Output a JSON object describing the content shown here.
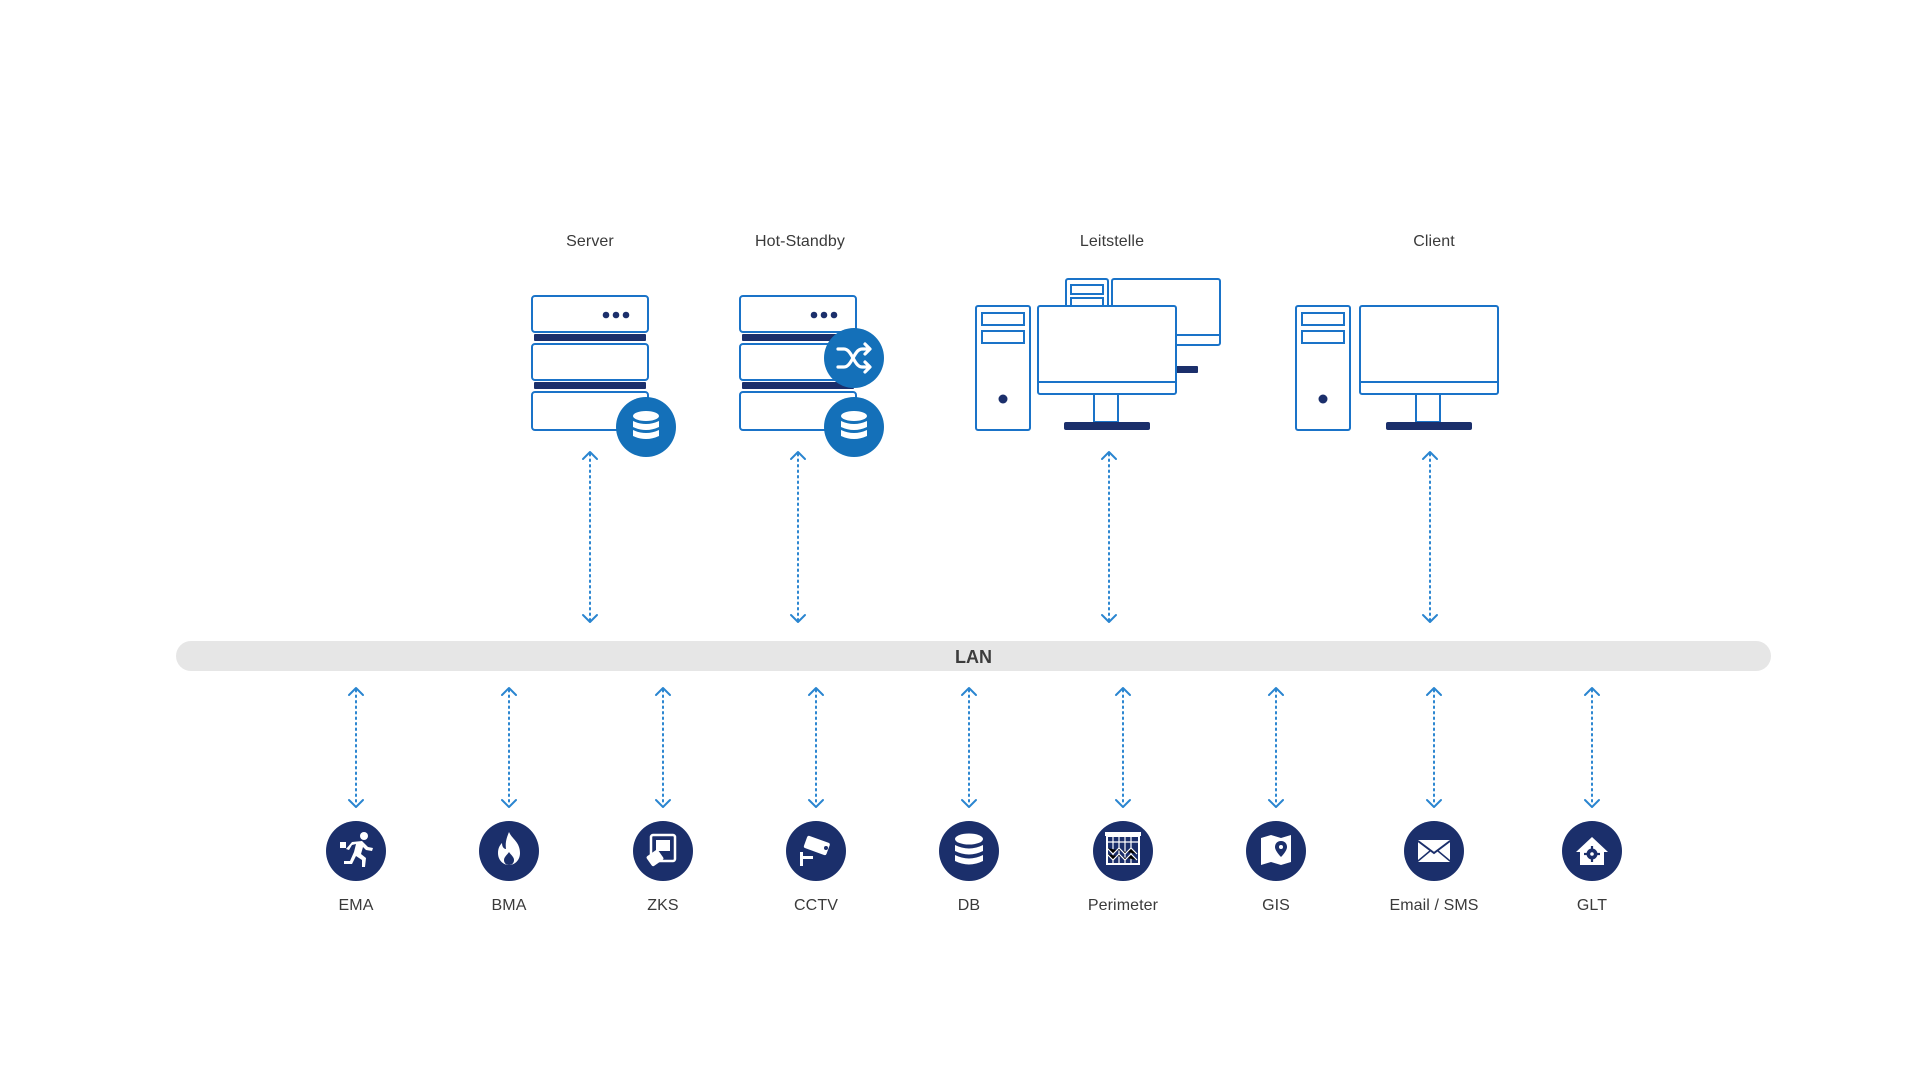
{
  "lan": {
    "label": "LAN"
  },
  "top_nodes": [
    {
      "id": "server",
      "label": "Server",
      "icon": "server-rack-icon",
      "badges": [
        "database-icon"
      ]
    },
    {
      "id": "hot-standby",
      "label": "Hot-Standby",
      "icon": "server-rack-icon",
      "badges": [
        "shuffle-icon",
        "database-icon"
      ]
    },
    {
      "id": "leitstelle",
      "label": "Leitstelle",
      "icon": "dual-workstation-icon"
    },
    {
      "id": "client",
      "label": "Client",
      "icon": "workstation-icon"
    }
  ],
  "bottom_nodes": [
    {
      "id": "ema",
      "label": "EMA",
      "icon": "running-person-icon"
    },
    {
      "id": "bma",
      "label": "BMA",
      "icon": "fire-icon"
    },
    {
      "id": "zks",
      "label": "ZKS",
      "icon": "access-card-icon"
    },
    {
      "id": "cctv",
      "label": "CCTV",
      "icon": "camera-icon"
    },
    {
      "id": "db",
      "label": "DB",
      "icon": "database-icon"
    },
    {
      "id": "perimeter",
      "label": "Perimeter",
      "icon": "fence-icon"
    },
    {
      "id": "gis",
      "label": "GIS",
      "icon": "map-pin-icon"
    },
    {
      "id": "email-sms",
      "label": "Email / SMS",
      "icon": "envelope-icon"
    },
    {
      "id": "glt",
      "label": "GLT",
      "icon": "house-gear-icon"
    }
  ],
  "colors": {
    "outline_blue": "#1a73c8",
    "dark_navy": "#1b2f6b",
    "badge_blue": "#1470b9",
    "arrow_blue": "#2a85d0",
    "lan_gray": "#e6e6e6"
  }
}
